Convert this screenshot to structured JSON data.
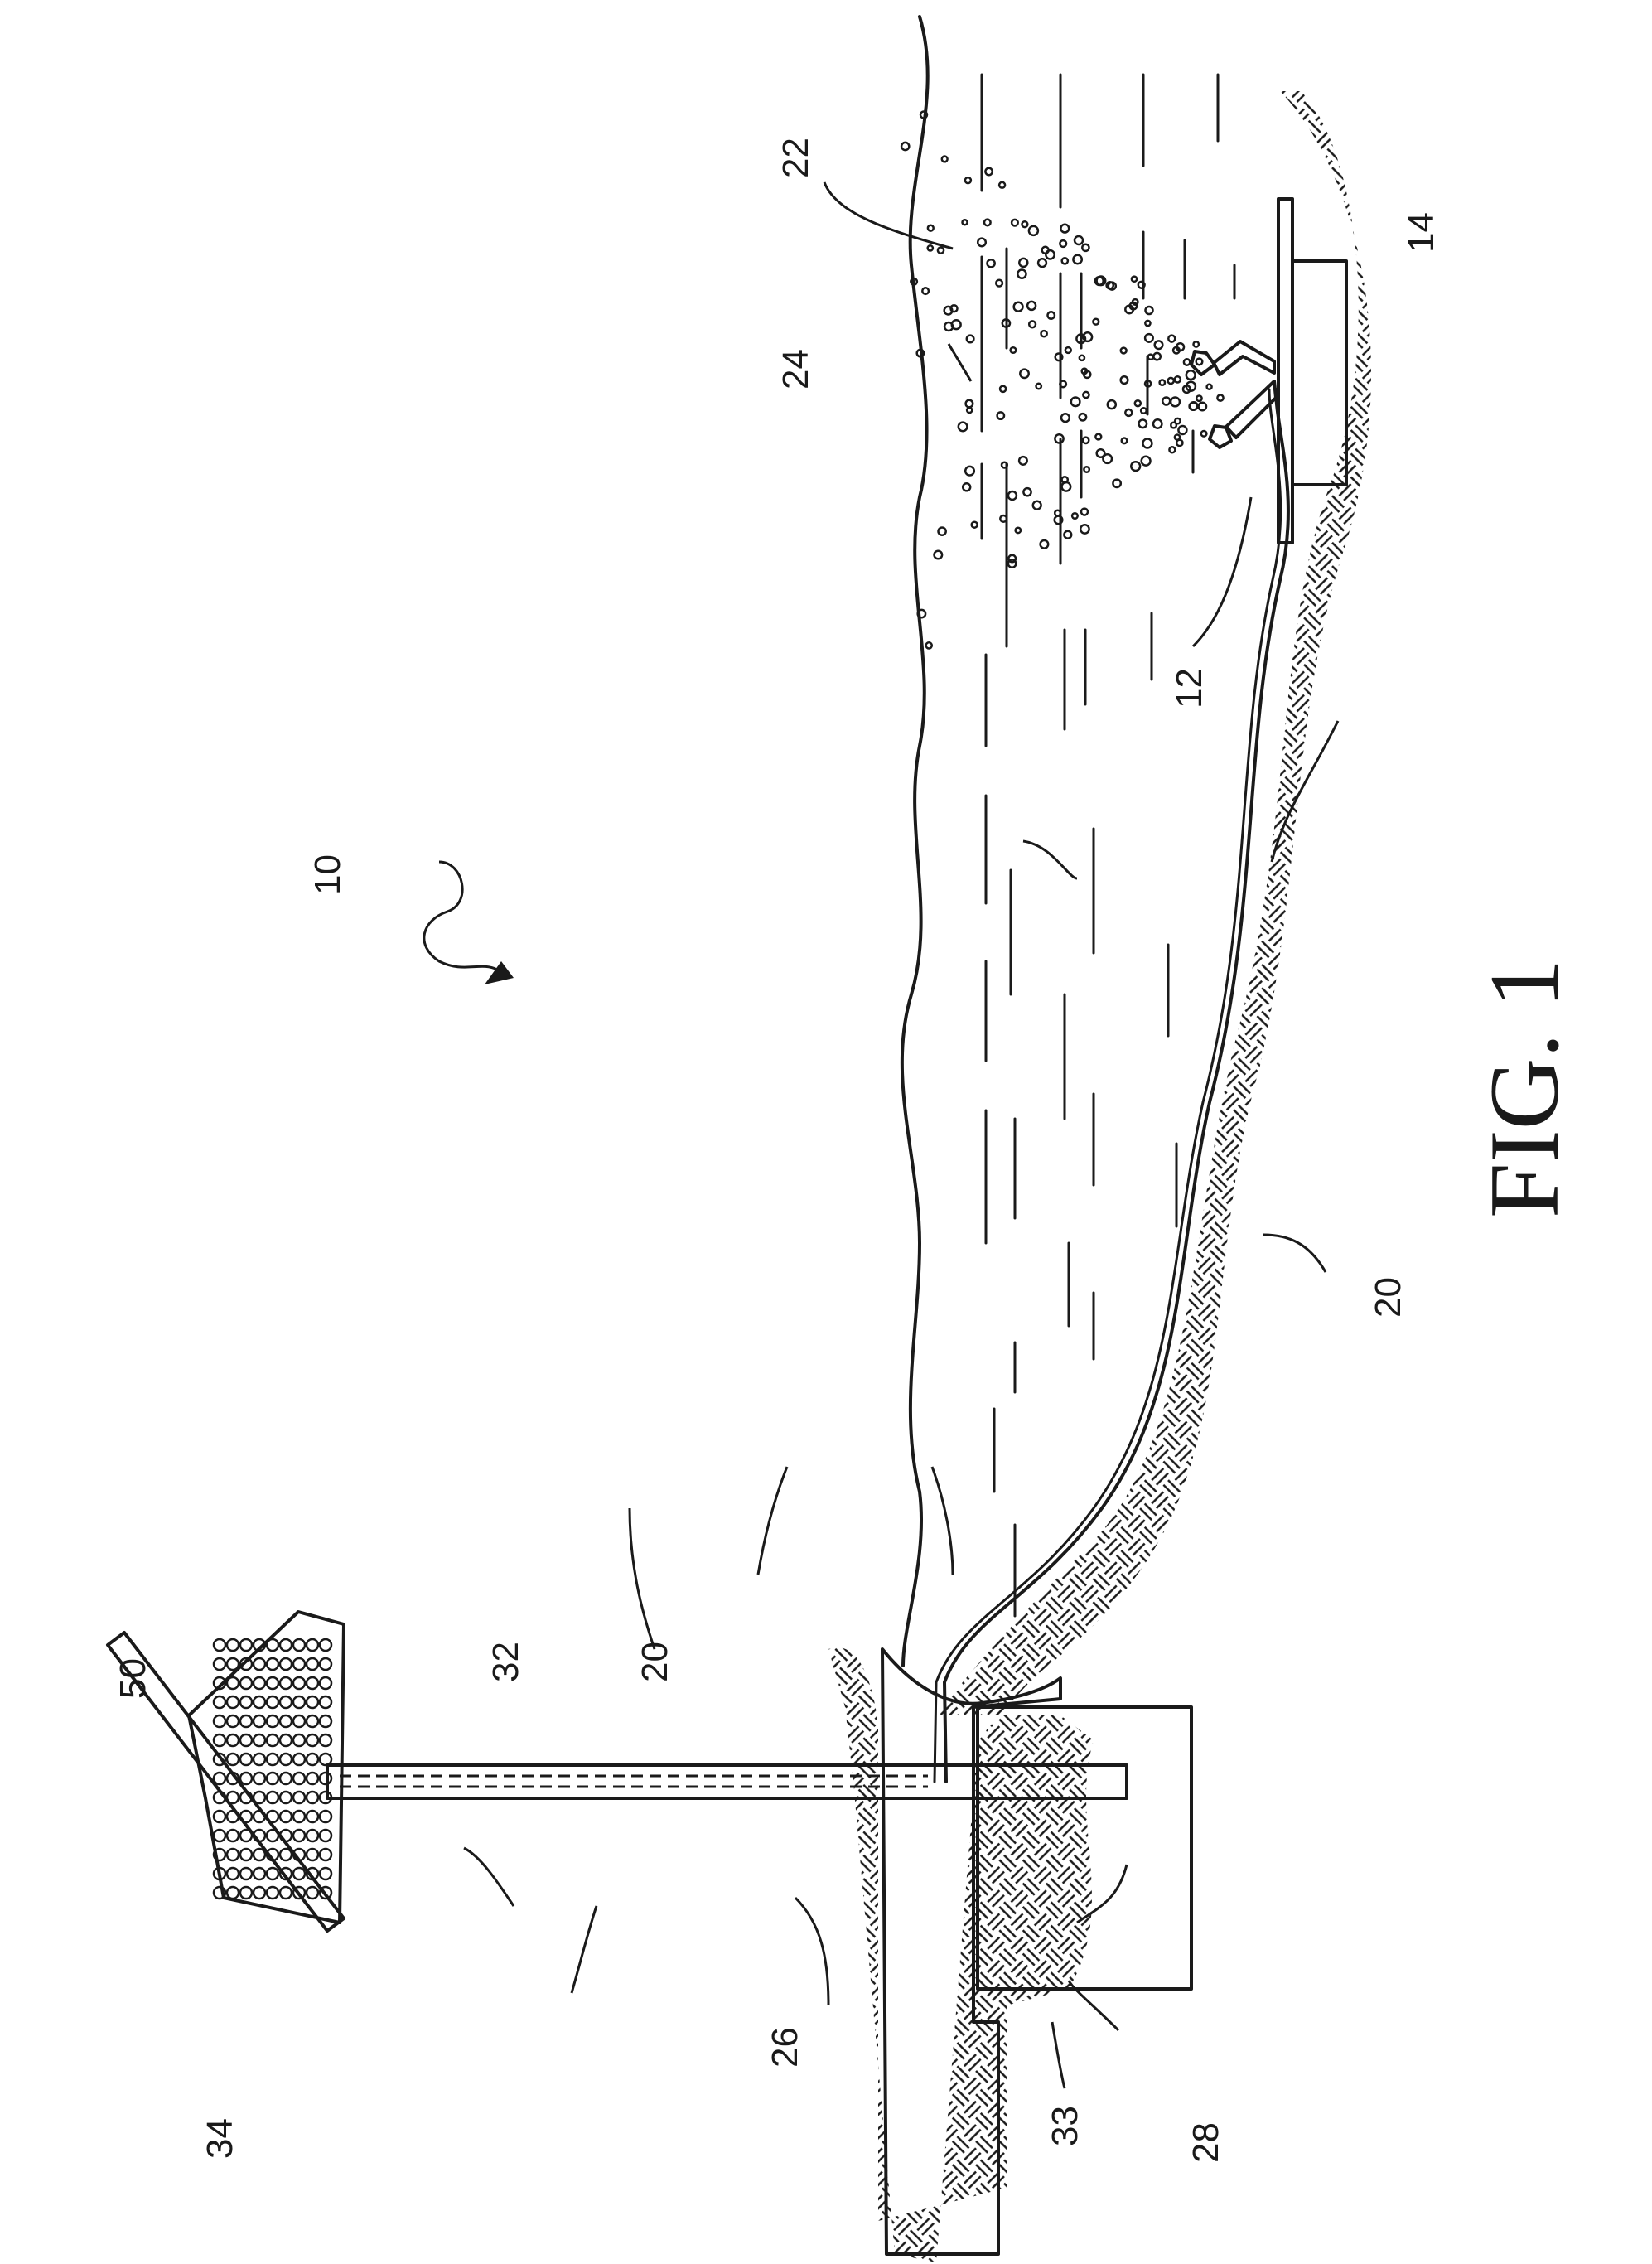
{
  "figure": {
    "title": "FIG. 1"
  },
  "labels": {
    "system": "10",
    "aerator": "12",
    "base": "14",
    "line_lower": "20",
    "line_pole": "20",
    "bubble_surface": "22",
    "bubble_plume": "24",
    "bank_soil": "26",
    "footing": "28",
    "pole": "32",
    "pole_sleeve": "33",
    "housing": "34",
    "solar_panel": "50"
  },
  "colors": {
    "ink": "#1a1a1a",
    "paper": "#ffffff"
  }
}
